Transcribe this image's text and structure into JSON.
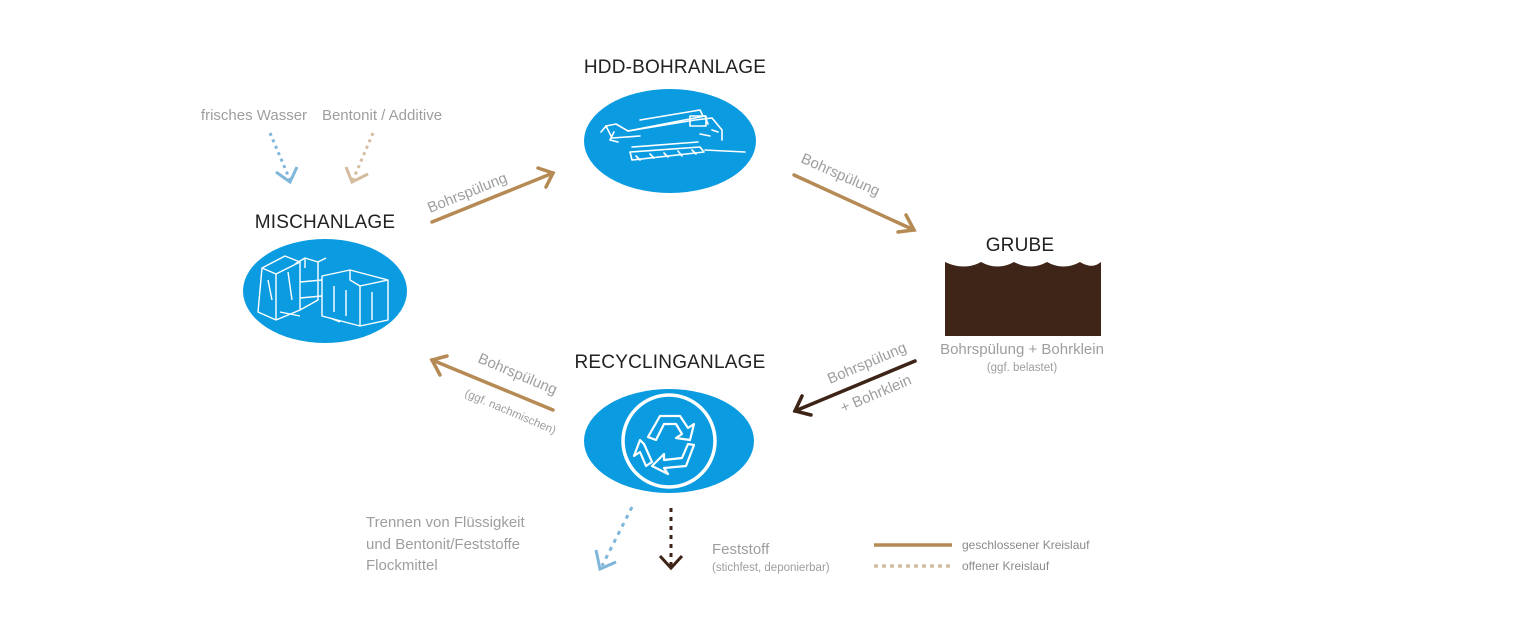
{
  "nodes": {
    "hdd": {
      "title": "HDD-BOHRANLAGE"
    },
    "misch": {
      "title": "MISCHANLAGE"
    },
    "grube": {
      "title": "GRUBE",
      "caption": "Bohrspülung + Bohrklein",
      "caption_sub": "(ggf. belastet)"
    },
    "recycling": {
      "title": "RECYCLINGANLAGE"
    }
  },
  "inputs": {
    "wasser": "frisches Wasser",
    "bentonit": "Bentonit / Additive"
  },
  "flows": {
    "misch_to_hdd": "Bohrspülung",
    "hdd_to_grube": "Bohrspülung",
    "grube_to_recycling_1": "Bohrspülung",
    "grube_to_recycling_2": "+ Bohrklein",
    "recycling_to_misch": "Bohrspülung",
    "recycling_to_misch_sub": "(ggf. nachmischen)"
  },
  "outputs": {
    "trennen_1": "Trennen von Flüssigkeit",
    "trennen_2": "und Bentonit/Feststoffe",
    "trennen_3": "Flockmittel",
    "feststoff": "Feststoff",
    "feststoff_sub": "(stichfest, deponierbar)"
  },
  "legend": {
    "closed": "geschlossener Kreislauf",
    "open": "offener Kreislauf"
  },
  "colors": {
    "ellipse": "#0a9be0",
    "brown_light": "#b58a55",
    "brown_dark": "#3d2417",
    "blue_dotted": "#7fb6da",
    "beige_dotted": "#d4bd9e",
    "text_grey": "#9e9e9e"
  }
}
